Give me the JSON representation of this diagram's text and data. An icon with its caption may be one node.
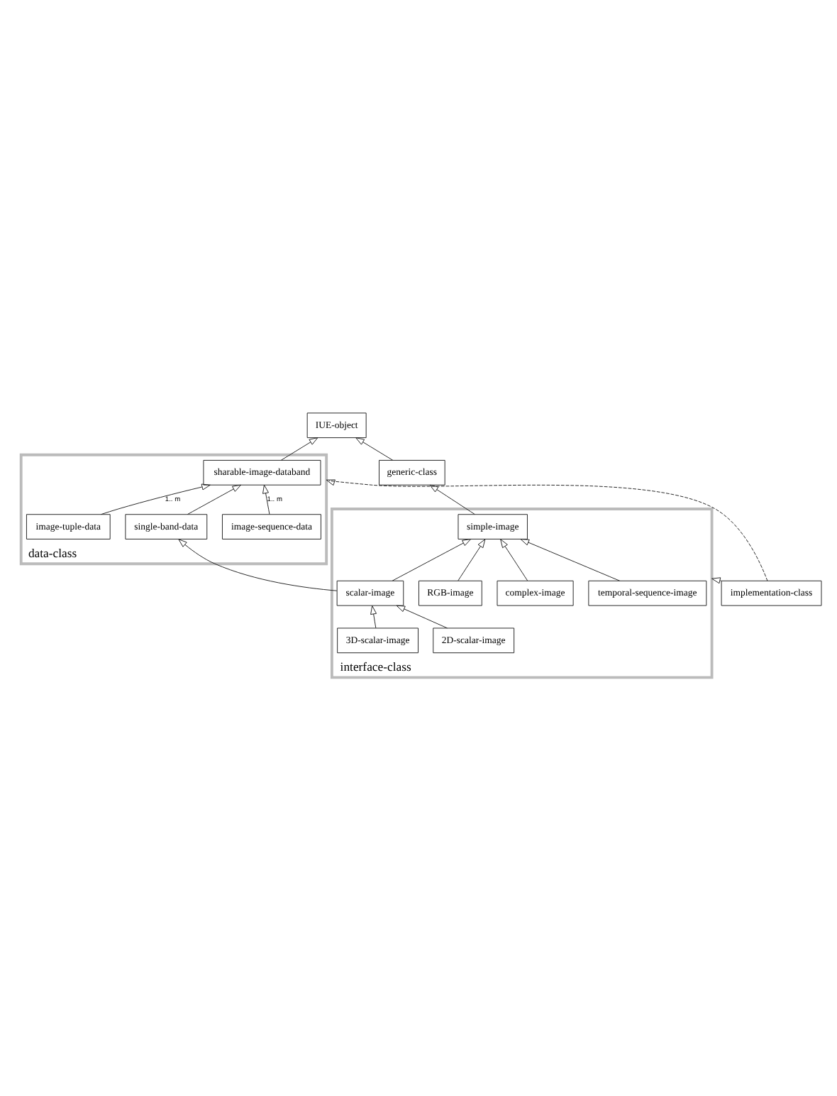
{
  "diagram": {
    "nodes": [
      {
        "text": [
          "IUE-object"
        ]
      },
      {
        "text": [
          "data-class"
        ]
      },
      {
        "text": [
          "sharable-image-databand"
        ],
        "in": 1
      },
      {
        "text": [
          "single-band-data"
        ],
        "in": 1
      },
      {
        "text": [
          "image-tuple-data"
        ],
        "in": 1
      },
      {
        "text": [
          "image-sequence-data"
        ],
        "in": 1
      },
      {
        "text": [
          "generic-class"
        ]
      },
      {
        "text": [
          "interface-class"
        ]
      },
      {
        "text": [
          "simple-image"
        ],
        "in": 7
      },
      {
        "text": [
          "scalar-image"
        ],
        "in": 7
      },
      {
        "text": [
          "complex-image"
        ],
        "in": 7
      },
      {
        "text": [
          "RGB-image"
        ],
        "in": 7
      },
      {
        "text": [
          "temporal-sequence-image"
        ],
        "in": 7
      },
      {
        "text": [
          "2D-scalar-image"
        ],
        "in": 7
      },
      {
        "text": [
          "3D-scalar-image"
        ],
        "in": 7
      },
      {
        "text": [
          "implementation-class"
        ]
      }
    ],
    "edges": [
      {
        "from": 2,
        "to": 0,
        "arrow": "to"
      },
      {
        "from": 6,
        "to": 0,
        "arrow": "to"
      },
      {
        "from": 3,
        "to": 2,
        "arrow": "to"
      },
      {
        "from": 4,
        "to": 2,
        "arrow": "to",
        "label": "1.. m"
      },
      {
        "from": 5,
        "to": 2,
        "arrow": "to",
        "label": "1.. m"
      },
      {
        "from": 8,
        "to": 6,
        "arrow": "to"
      },
      {
        "from": 9,
        "to": 3,
        "arrow": "to"
      },
      {
        "from": 9,
        "to": 8,
        "arrow": "to"
      },
      {
        "from": 10,
        "to": 8,
        "arrow": "to"
      },
      {
        "from": 11,
        "to": 8,
        "arrow": "to"
      },
      {
        "from": 12,
        "to": 8,
        "arrow": "to"
      },
      {
        "from": 13,
        "to": 9,
        "arrow": "to"
      },
      {
        "from": 14,
        "to": 9,
        "arrow": "to"
      },
      {
        "from": 15,
        "to": 1,
        "arrow": "to",
        "style": "dashed"
      },
      {
        "from": 15,
        "to": 7,
        "arrow": "to",
        "style": "dashed"
      }
    ]
  }
}
